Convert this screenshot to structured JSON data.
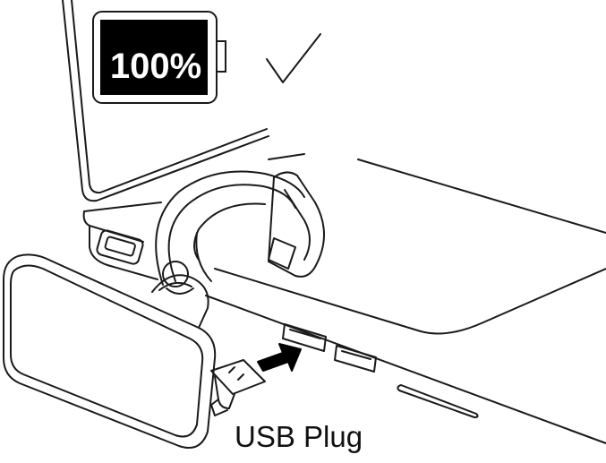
{
  "battery": {
    "percent_label": "100%",
    "status_icon": "checkmark-icon",
    "fill_fraction": 1.0
  },
  "caption": {
    "text": "USB Plug"
  },
  "colors": {
    "line": "#1a1a1a",
    "battery_fill": "#000000",
    "background": "#ffffff"
  }
}
